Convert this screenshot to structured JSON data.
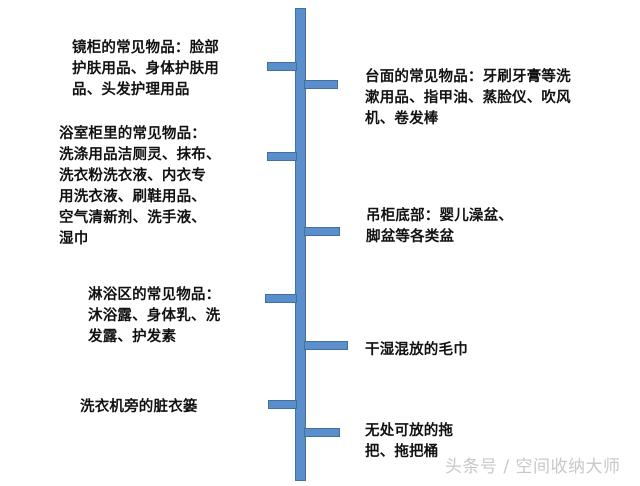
{
  "diagram": {
    "type": "timeline-branch",
    "colors": {
      "spine": "#5b8fcb",
      "border": "#41719c"
    },
    "left_items": [
      {
        "id": "mirror-cabinet",
        "text": "镜柜的常见物品：脸部\n护肤用品、身体护肤用\n品、头发护理用品"
      },
      {
        "id": "bathroom-cabinet",
        "text": "浴室柜里的常见物品：\n洗涤用品洁厕灵、抹布、\n洗衣粉洗衣液、内衣专\n用洗衣液、刷鞋用品、\n空气清新剂、洗手液、\n湿巾"
      },
      {
        "id": "shower-area",
        "text": "淋浴区的常见物品：\n沐浴露、身体乳、洗\n发露、护发素"
      },
      {
        "id": "laundry-basket",
        "text": "洗衣机旁的脏衣篓"
      }
    ],
    "right_items": [
      {
        "id": "countertop",
        "text": "台面的常见物品：牙刷牙膏等洗\n漱用品、指甲油、蒸脸仪、吹风\n机、卷发棒"
      },
      {
        "id": "hanging-cabinet",
        "text": "吊柜底部：婴儿澡盆、\n脚盆等各类盆"
      },
      {
        "id": "towels",
        "text": "干湿混放的毛巾"
      },
      {
        "id": "mop",
        "text": "无处可放的拖\n把、拖把桶"
      }
    ]
  },
  "watermark": "头条号 / 空间收纳大师"
}
